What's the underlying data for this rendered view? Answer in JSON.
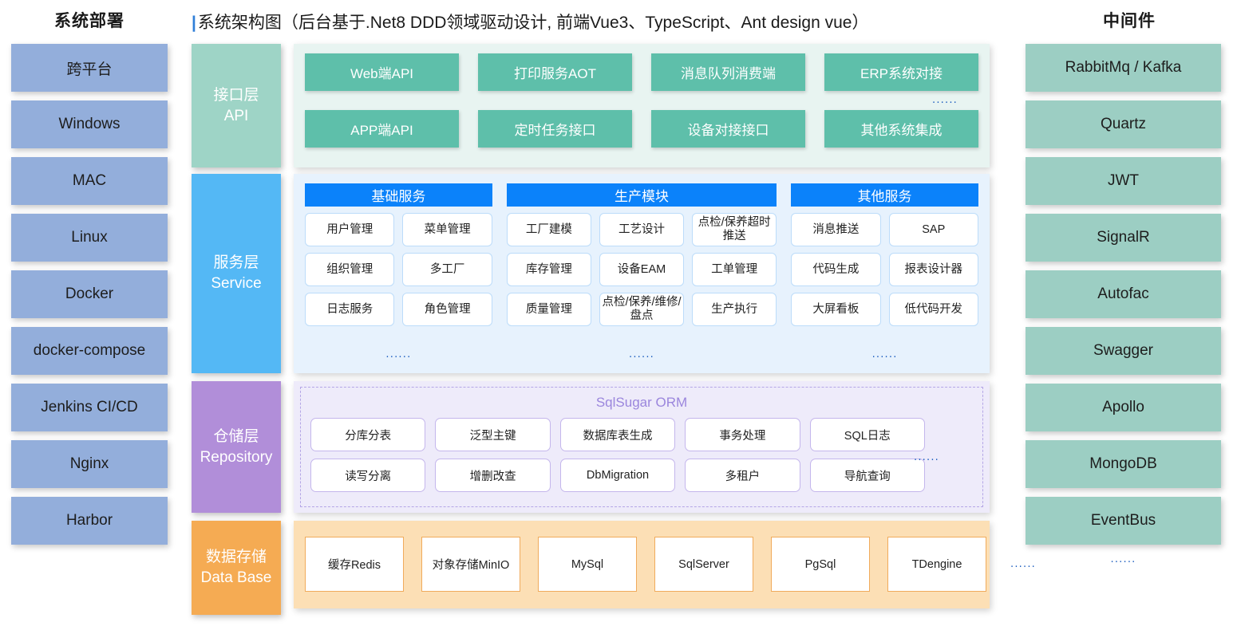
{
  "headers": {
    "left": "系统部署",
    "center_bar": "|",
    "center": "系统架构图（后台基于.Net8 DDD领域驱动设计, 前端Vue3、TypeScript、Ant design  vue）",
    "right": "中间件"
  },
  "ellipsis": "......",
  "colors": {
    "deploy_block": "#93aedb",
    "middleware_block": "#9ccec3",
    "api_label": "#9ed4c6",
    "api_panel": "#e8f4f1",
    "api_box": "#5ebfaa",
    "service_label": "#54b8f5",
    "service_panel": "#e7f2fd",
    "service_title": "#0b82fa",
    "repository_label": "#b18ed9",
    "repository_panel": "#eeebfa",
    "repository_accent": "#9b86dd",
    "database_label": "#f5ab53",
    "database_panel": "#fcdfb5",
    "database_border": "#f0ab5c",
    "title_bar": "#2f7fd8"
  },
  "deploy": {
    "items": [
      {
        "label": "跨平台"
      },
      {
        "label": "Windows"
      },
      {
        "label": "MAC"
      },
      {
        "label": "Linux"
      },
      {
        "label": "Docker"
      },
      {
        "label": "docker-compose"
      },
      {
        "label": "Jenkins CI/CD"
      },
      {
        "label": "Nginx"
      },
      {
        "label": "Harbor"
      }
    ]
  },
  "middleware": {
    "items": [
      {
        "label": "RabbitMq / Kafka"
      },
      {
        "label": "Quartz"
      },
      {
        "label": "JWT"
      },
      {
        "label": "SignalR"
      },
      {
        "label": "Autofac"
      },
      {
        "label": "Swagger"
      },
      {
        "label": "Apollo"
      },
      {
        "label": "MongoDB"
      },
      {
        "label": "EventBus"
      }
    ]
  },
  "layers": {
    "api": {
      "label_cn": "接口层",
      "label_en": "API",
      "boxes": [
        "Web端API",
        "打印服务AOT",
        "消息队列消费端",
        "ERP系统对接",
        "APP端API",
        "定时任务接口",
        "设备对接接口",
        "其他系统集成"
      ]
    },
    "service": {
      "label_cn": "服务层",
      "label_en": "Service",
      "groups": [
        {
          "title": "基础服务",
          "cells": [
            "用户管理",
            "菜单管理",
            "组织管理",
            "多工厂",
            "日志服务",
            "角色管理"
          ]
        },
        {
          "title": "生产模块",
          "cells": [
            "工厂建模",
            "工艺设计",
            "点检/保养超时推送",
            "库存管理",
            "设备EAM",
            "工单管理",
            "质量管理",
            "点检/保养/维修/盘点",
            "生产执行"
          ]
        },
        {
          "title": "其他服务",
          "cells": [
            "消息推送",
            "SAP",
            "代码生成",
            "报表设计器",
            "大屏看板",
            "低代码开发"
          ]
        }
      ]
    },
    "repository": {
      "label_cn": "仓储层",
      "label_en": "Repository",
      "orm_title": "SqlSugar ORM",
      "cells": [
        "分库分表",
        "泛型主键",
        "数据库表生成",
        "事务处理",
        "SQL日志",
        "读写分离",
        "增删改查",
        "DbMigration",
        "多租户",
        "导航查询"
      ]
    },
    "database": {
      "label_cn": "数据存储",
      "label_en": "Data Base",
      "cells": [
        "缓存Redis",
        "对象存储MinIO",
        "MySql",
        "SqlServer",
        "PgSql",
        "TDengine"
      ]
    }
  }
}
